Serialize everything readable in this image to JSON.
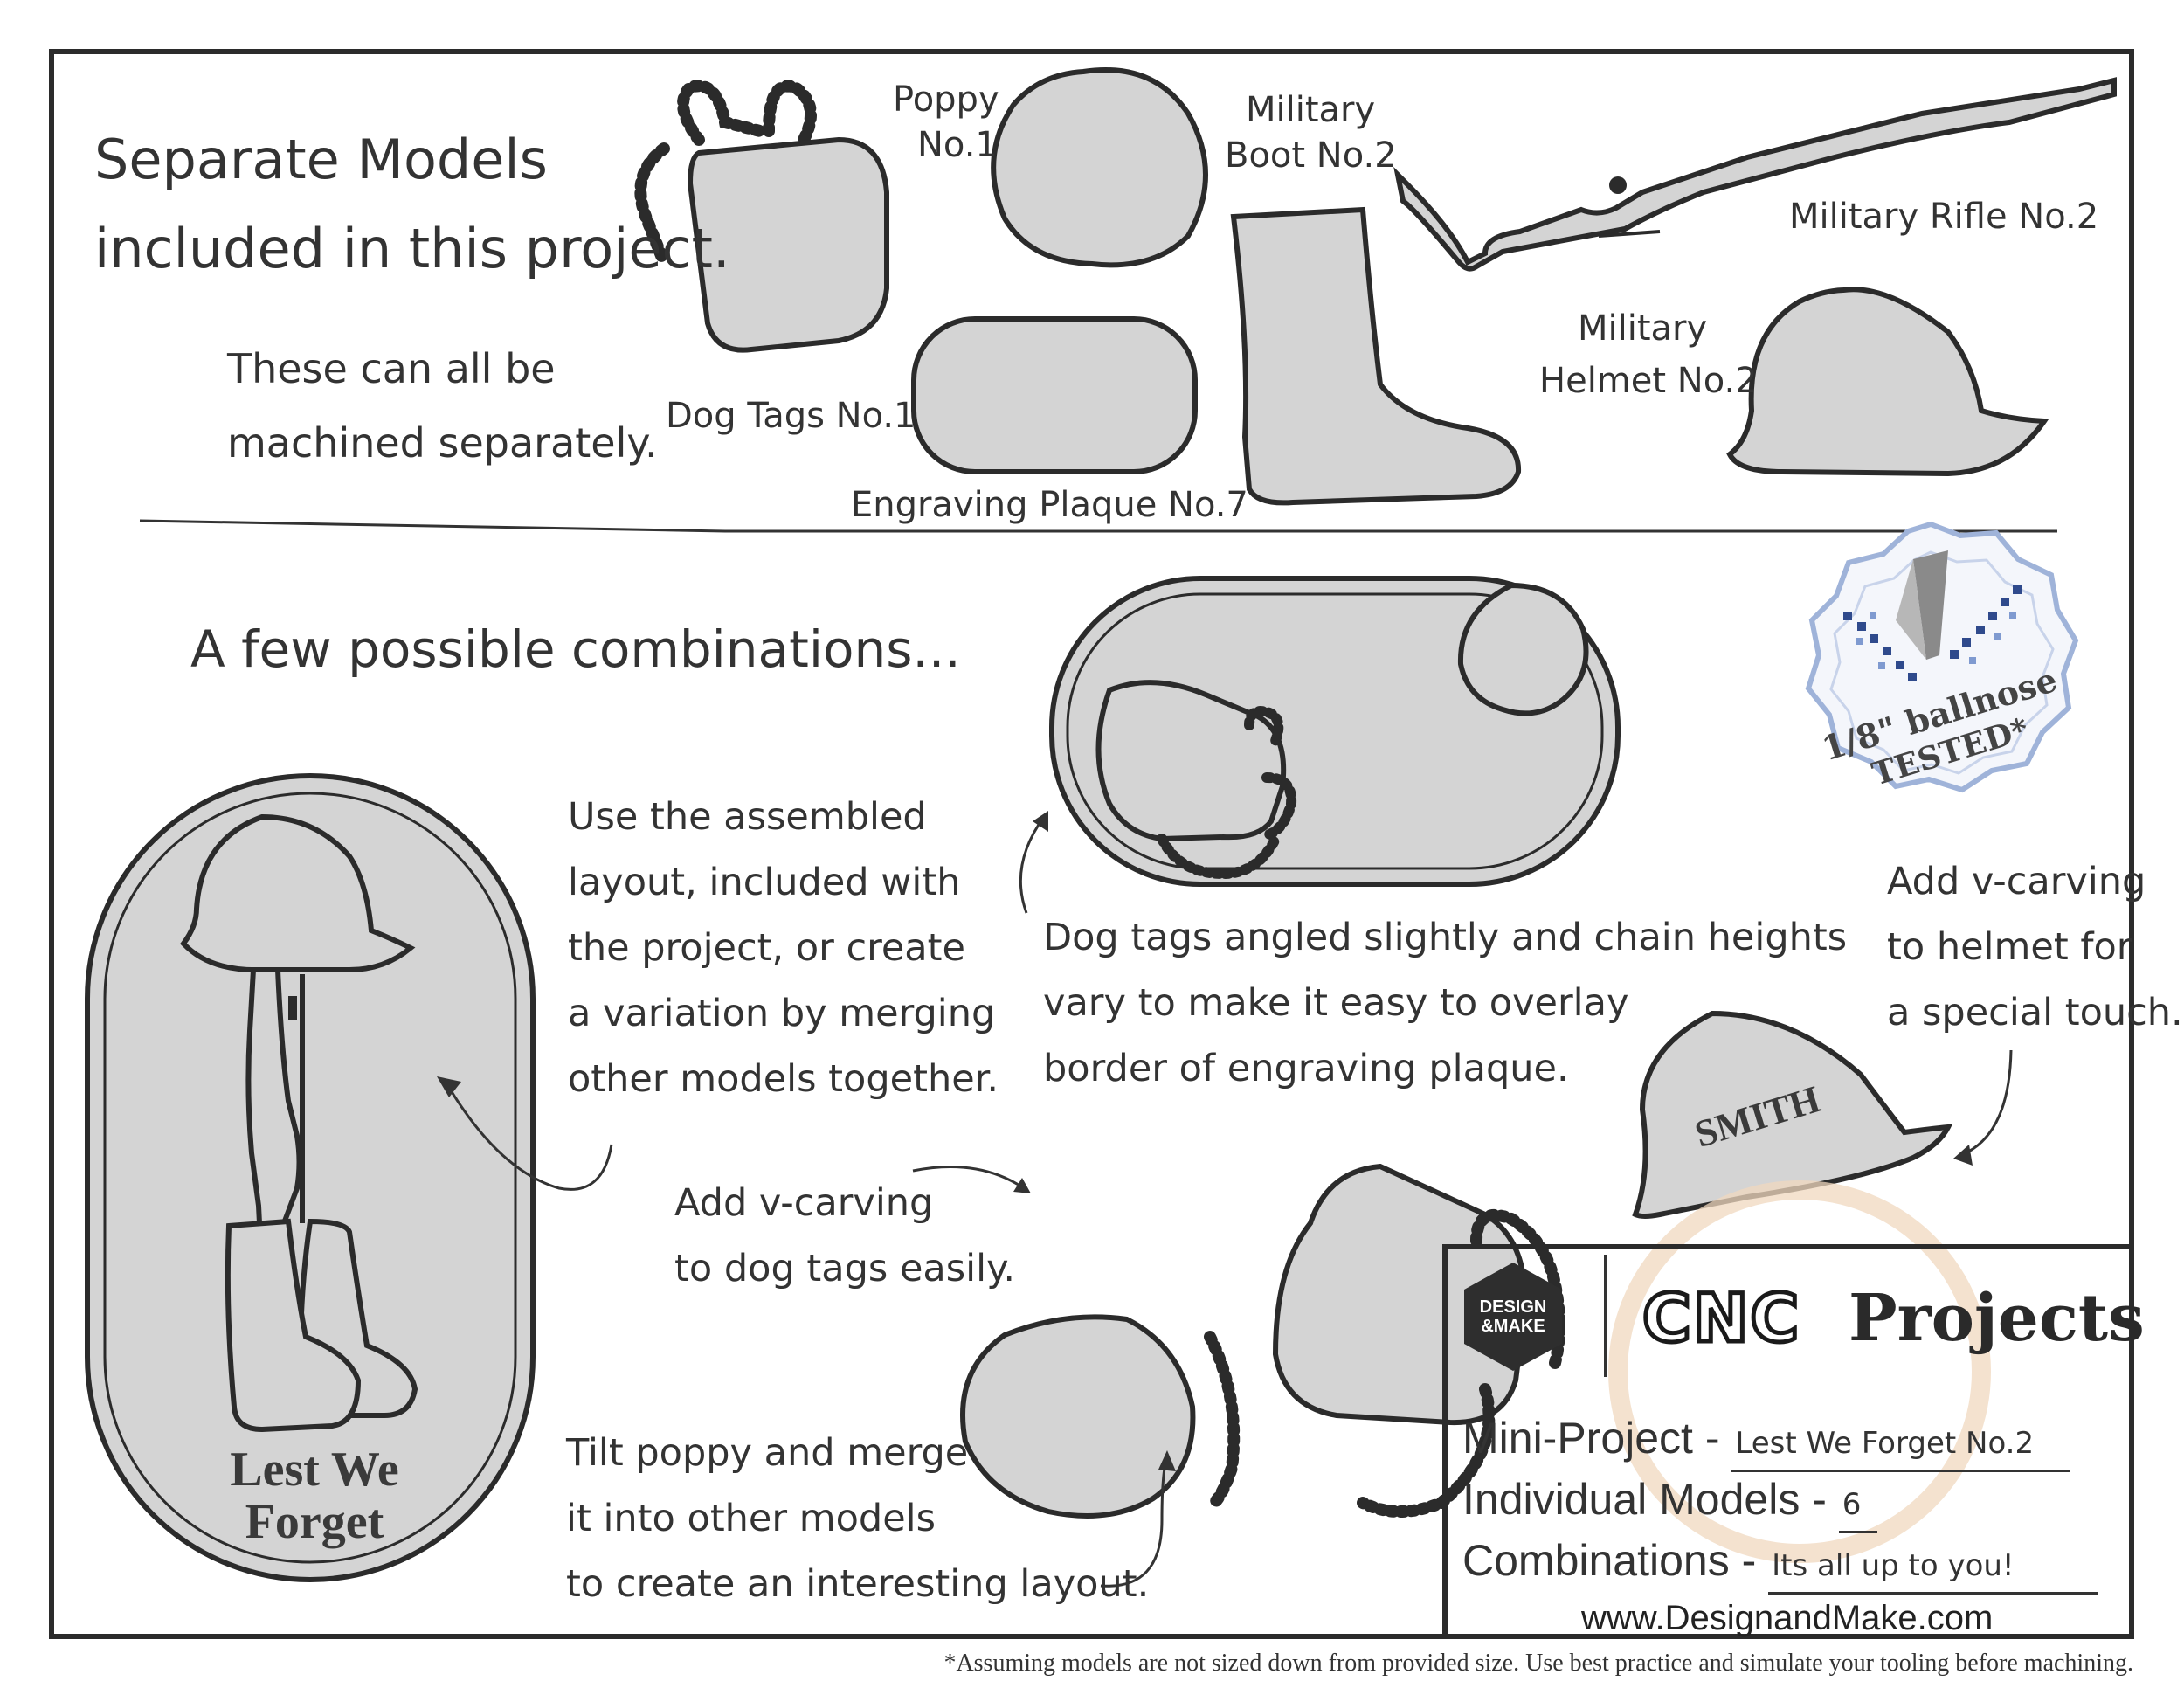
{
  "intro": {
    "heading_line1": "Separate Models",
    "heading_line2": "included in this project.",
    "sub_line1": "These can all be",
    "sub_line2": "machined separately."
  },
  "model_labels": {
    "poppy_line1": "Poppy",
    "poppy_line2": "No.1",
    "boot_line1": "Military",
    "boot_line2": "Boot No.2",
    "rifle": "Military Rifle No.2",
    "helmet_line1": "Military",
    "helmet_line2": "Helmet No.2",
    "dog_tags": "Dog Tags No.1",
    "plaque": "Engraving Plaque No.7"
  },
  "combinations": {
    "heading": "A few possible combinations...",
    "assembled_note": [
      "Use the assembled",
      "layout, included with",
      "the project, or create",
      "a variation by merging",
      "other models together."
    ],
    "dogtag_note": [
      "Dog tags angled slightly and chain heights",
      "vary to make it easy to overlay",
      "border of engraving plaque."
    ],
    "vcarve_helmet_note": [
      "Add v-carving",
      "to helmet for",
      "a special touch."
    ],
    "vcarve_tags_note": [
      "Add v-carving",
      "to dog tags easily."
    ],
    "poppy_note": [
      "Tilt poppy and merge",
      "it into other models",
      "to create an interesting layout."
    ],
    "plaque_text_line1": "Lest We",
    "plaque_text_line2": "Forget",
    "helmet_engraving": "SMITH"
  },
  "badge": {
    "line1": "1/8\" ballnose",
    "line2": "TESTED*"
  },
  "info": {
    "logo_line1": "DESIGN",
    "logo_line2": "&MAKE",
    "brand_cnc": "CNC",
    "brand_projects": "Projects",
    "mini_project_label": "Mini-Project - ",
    "mini_project_value": "Lest We Forget No.2",
    "models_label": "Individual Models - ",
    "models_value": "6",
    "combinations_label": "Combinations - ",
    "combinations_value": "Its all up to you!",
    "url": "www.DesignandMake.com"
  },
  "footnote": "*Assuming models are not sized down from provided size. Use best practice and simulate your tooling before machining.",
  "colors": {
    "fill_gray": "#d4d4d4",
    "outline": "#2b2b2b",
    "badge_blue": "#9fb3d9",
    "stamp_orange": "#f0d8bf"
  }
}
